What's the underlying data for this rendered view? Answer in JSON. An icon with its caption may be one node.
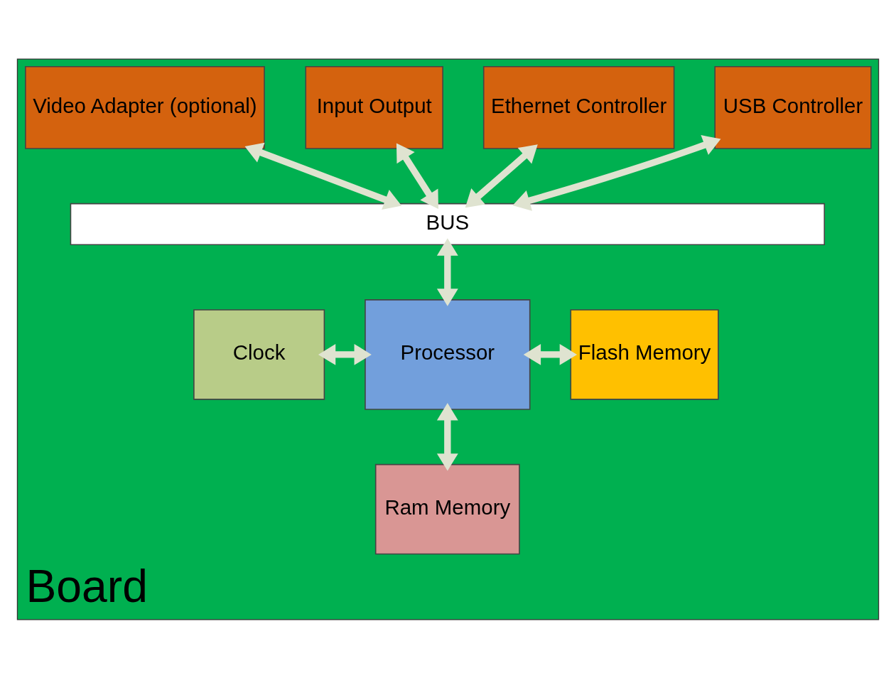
{
  "diagram": {
    "nodes": [
      {
        "text": [
          "Board"
        ]
      },
      {
        "text": [
          "USB Controller"
        ],
        "in": 0
      },
      {
        "text": [
          "Ethernet Controller"
        ],
        "in": 0
      },
      {
        "text": [
          "Input Output"
        ],
        "in": 0
      },
      {
        "text": [
          "Video Adapter (optional)"
        ],
        "in": 0
      },
      {
        "text": [
          "BUS"
        ],
        "in": 0
      },
      {
        "text": [
          "Clock"
        ],
        "in": 0
      },
      {
        "text": [
          "Processor"
        ],
        "in": 0
      },
      {
        "text": [
          "Flash Memory"
        ],
        "in": 0
      },
      {
        "text": [
          "Ram Memory"
        ],
        "in": 0
      }
    ],
    "edges": [
      {
        "from": 1,
        "to": 5,
        "arrow": "both"
      },
      {
        "from": 2,
        "to": 5,
        "arrow": "both"
      },
      {
        "from": 3,
        "to": 5,
        "arrow": "both"
      },
      {
        "from": 4,
        "to": 5,
        "arrow": "both"
      },
      {
        "from": 5,
        "to": 7,
        "arrow": "both"
      },
      {
        "from": 6,
        "to": 7,
        "arrow": "both"
      },
      {
        "from": 7,
        "to": 8,
        "arrow": "both"
      },
      {
        "from": 7,
        "to": 9,
        "arrow": "both"
      }
    ]
  }
}
